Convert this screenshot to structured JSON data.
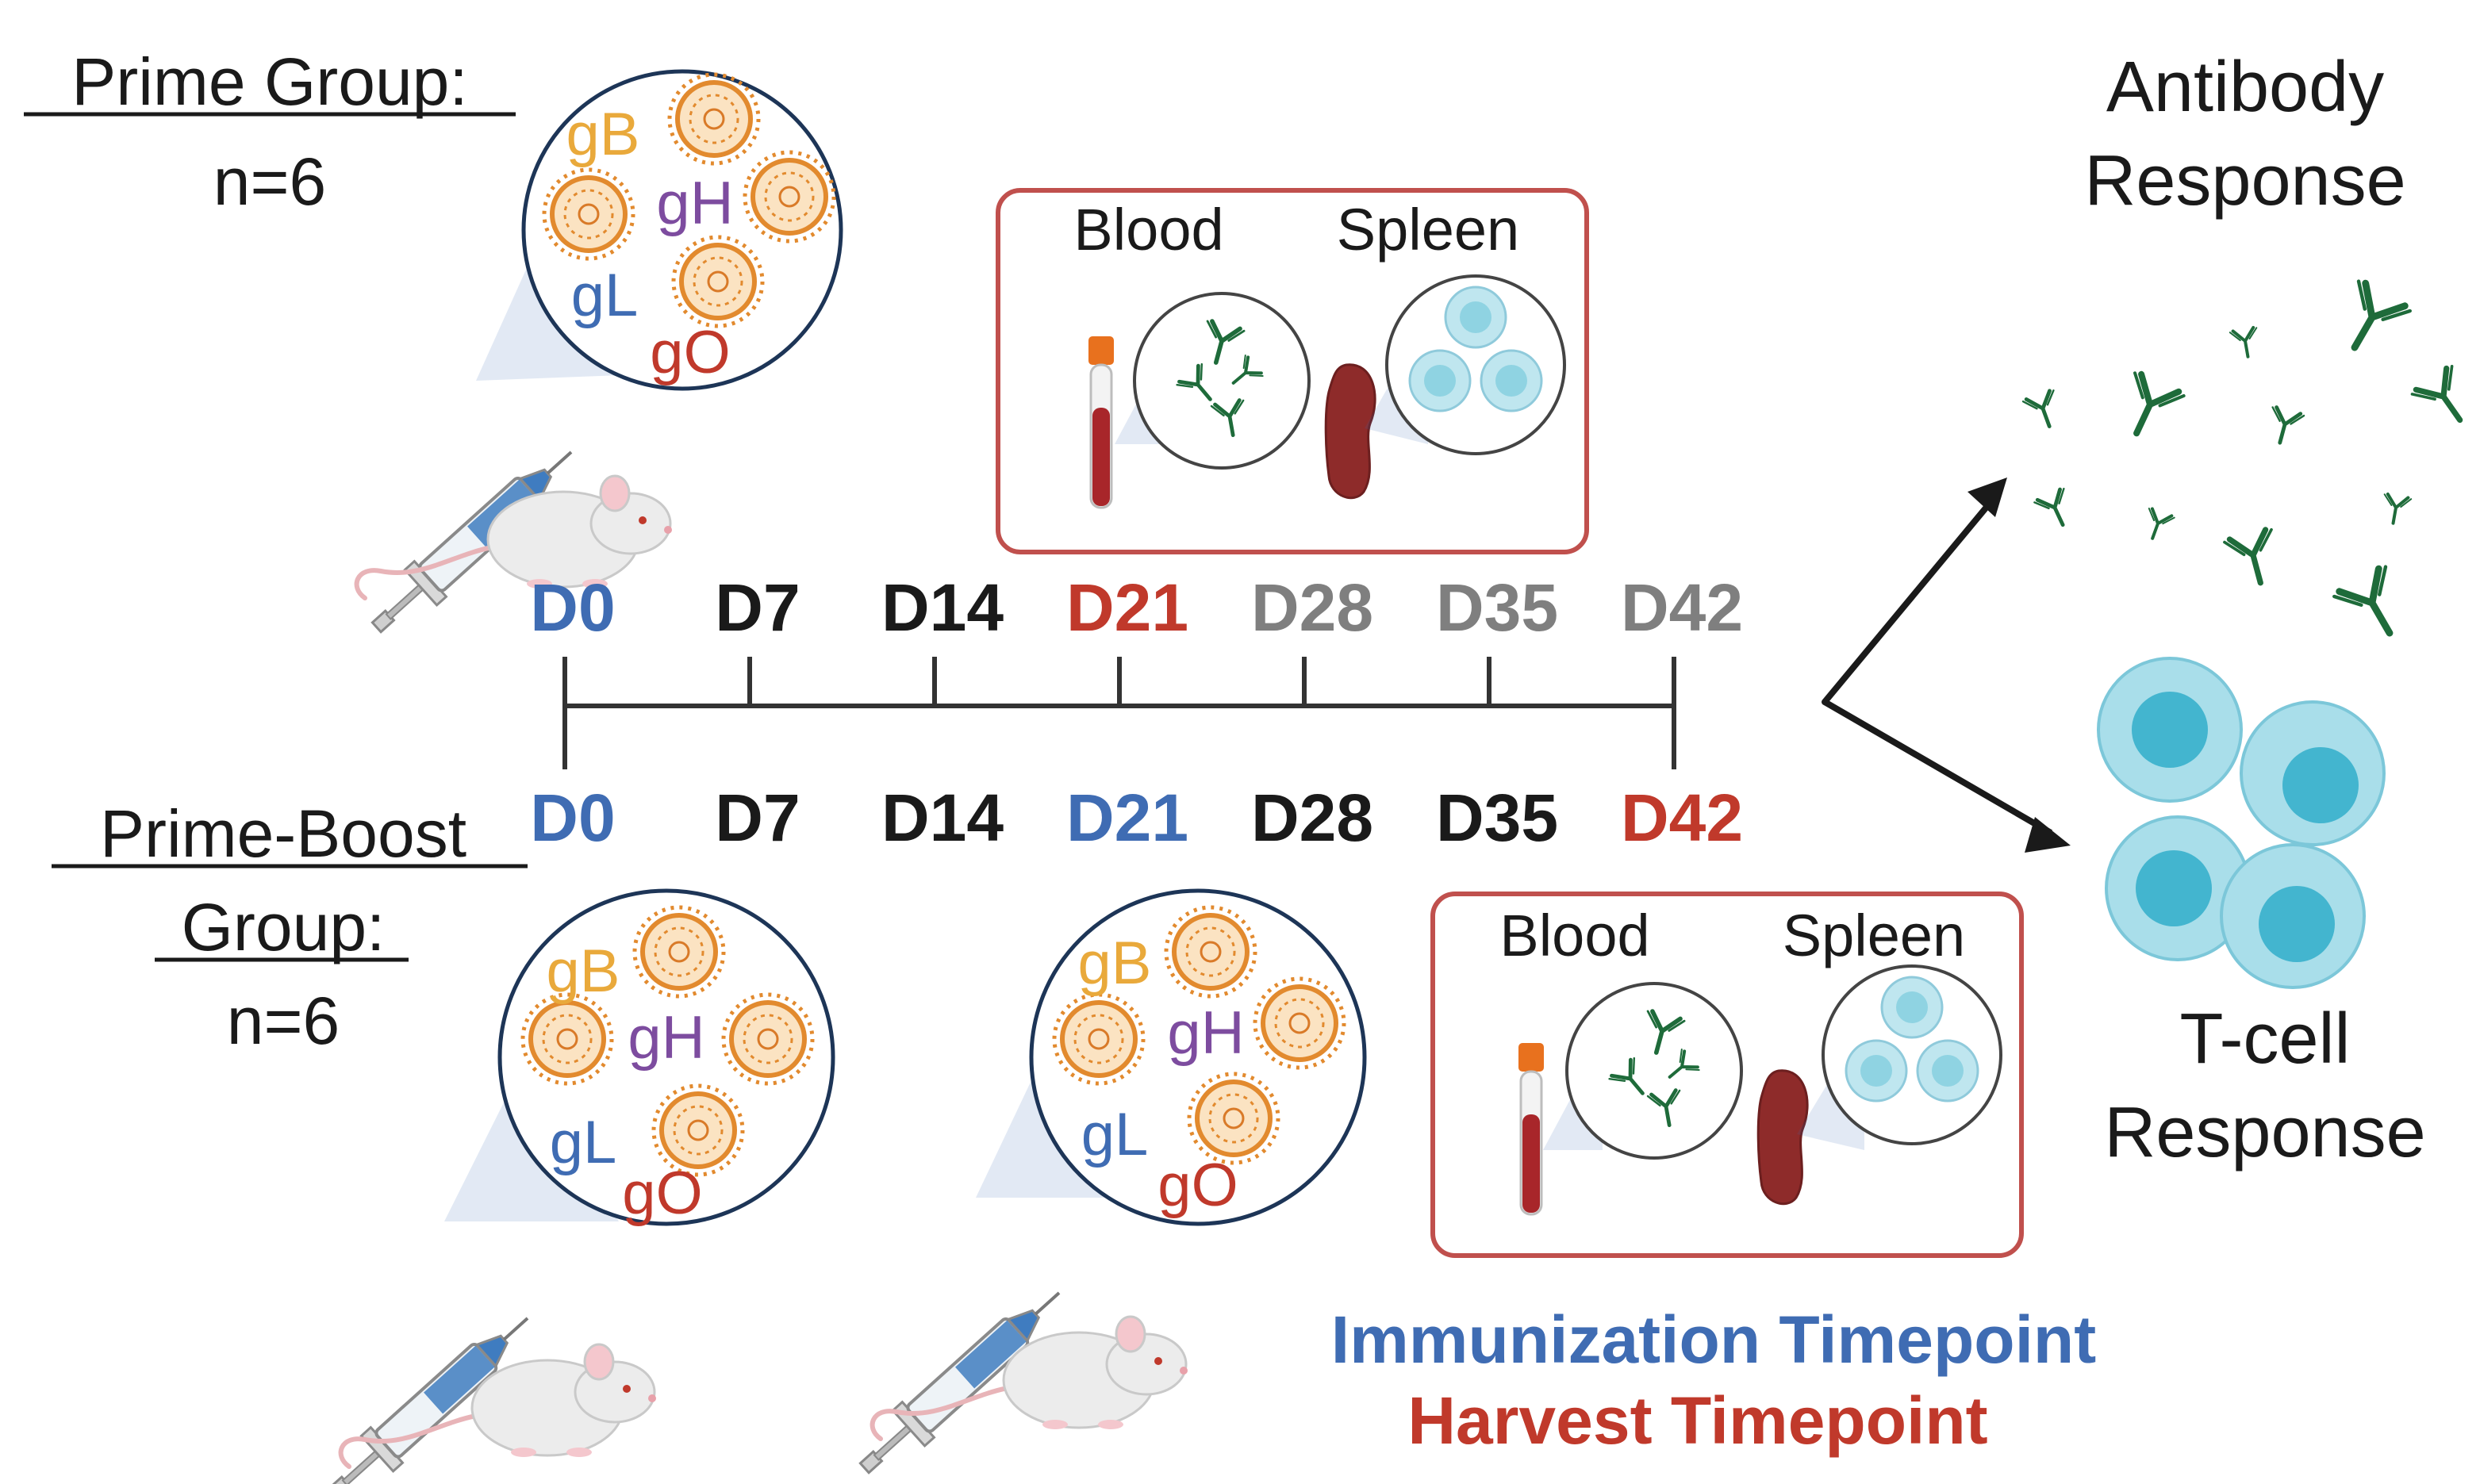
{
  "prime_group": {
    "title": "Prime Group:",
    "n_label": "n=6"
  },
  "prime_boost_group": {
    "title_line1": "Prime-Boost",
    "title_line2": "Group:",
    "n_label": "n=6"
  },
  "vaccine": {
    "antigens": [
      {
        "label": "gB",
        "color": "#E9A93B"
      },
      {
        "label": "gH",
        "color": "#7D4C9F"
      },
      {
        "label": "gL",
        "color": "#3F6CB3"
      },
      {
        "label": "gO",
        "color": "#C0392B"
      }
    ]
  },
  "harvest_box": {
    "blood_label": "Blood",
    "spleen_label": "Spleen"
  },
  "timeline": {
    "days": [
      0,
      7,
      14,
      21,
      28,
      35,
      42
    ],
    "top_labels": [
      {
        "text": "D0",
        "role": "immunization"
      },
      {
        "text": "D7",
        "role": "plain"
      },
      {
        "text": "D14",
        "role": "plain"
      },
      {
        "text": "D21",
        "role": "harvest"
      },
      {
        "text": "D28",
        "role": "inactive"
      },
      {
        "text": "D35",
        "role": "inactive"
      },
      {
        "text": "D42",
        "role": "inactive"
      }
    ],
    "bottom_labels": [
      {
        "text": "D0",
        "role": "immunization"
      },
      {
        "text": "D7",
        "role": "plain"
      },
      {
        "text": "D14",
        "role": "plain"
      },
      {
        "text": "D21",
        "role": "immunization"
      },
      {
        "text": "D28",
        "role": "plain"
      },
      {
        "text": "D35",
        "role": "plain"
      },
      {
        "text": "D42",
        "role": "harvest"
      }
    ]
  },
  "colors": {
    "immunization": "#3F6CB3",
    "harvest": "#C0392B",
    "plain": "#1a1a1a",
    "inactive": "#7f7f7f",
    "antibody": "#1E6B3A",
    "tcell": "#8FD3E2",
    "tcell_nucleus": "#43B5CF",
    "box_border": "#C0504D"
  },
  "outcomes": {
    "antibody_line1": "Antibody",
    "antibody_line2": "Response",
    "tcell_line1": "T-cell",
    "tcell_line2": "Response"
  },
  "legend": {
    "immunization": "Immunization Timepoint",
    "harvest": "Harvest Timepoint"
  }
}
